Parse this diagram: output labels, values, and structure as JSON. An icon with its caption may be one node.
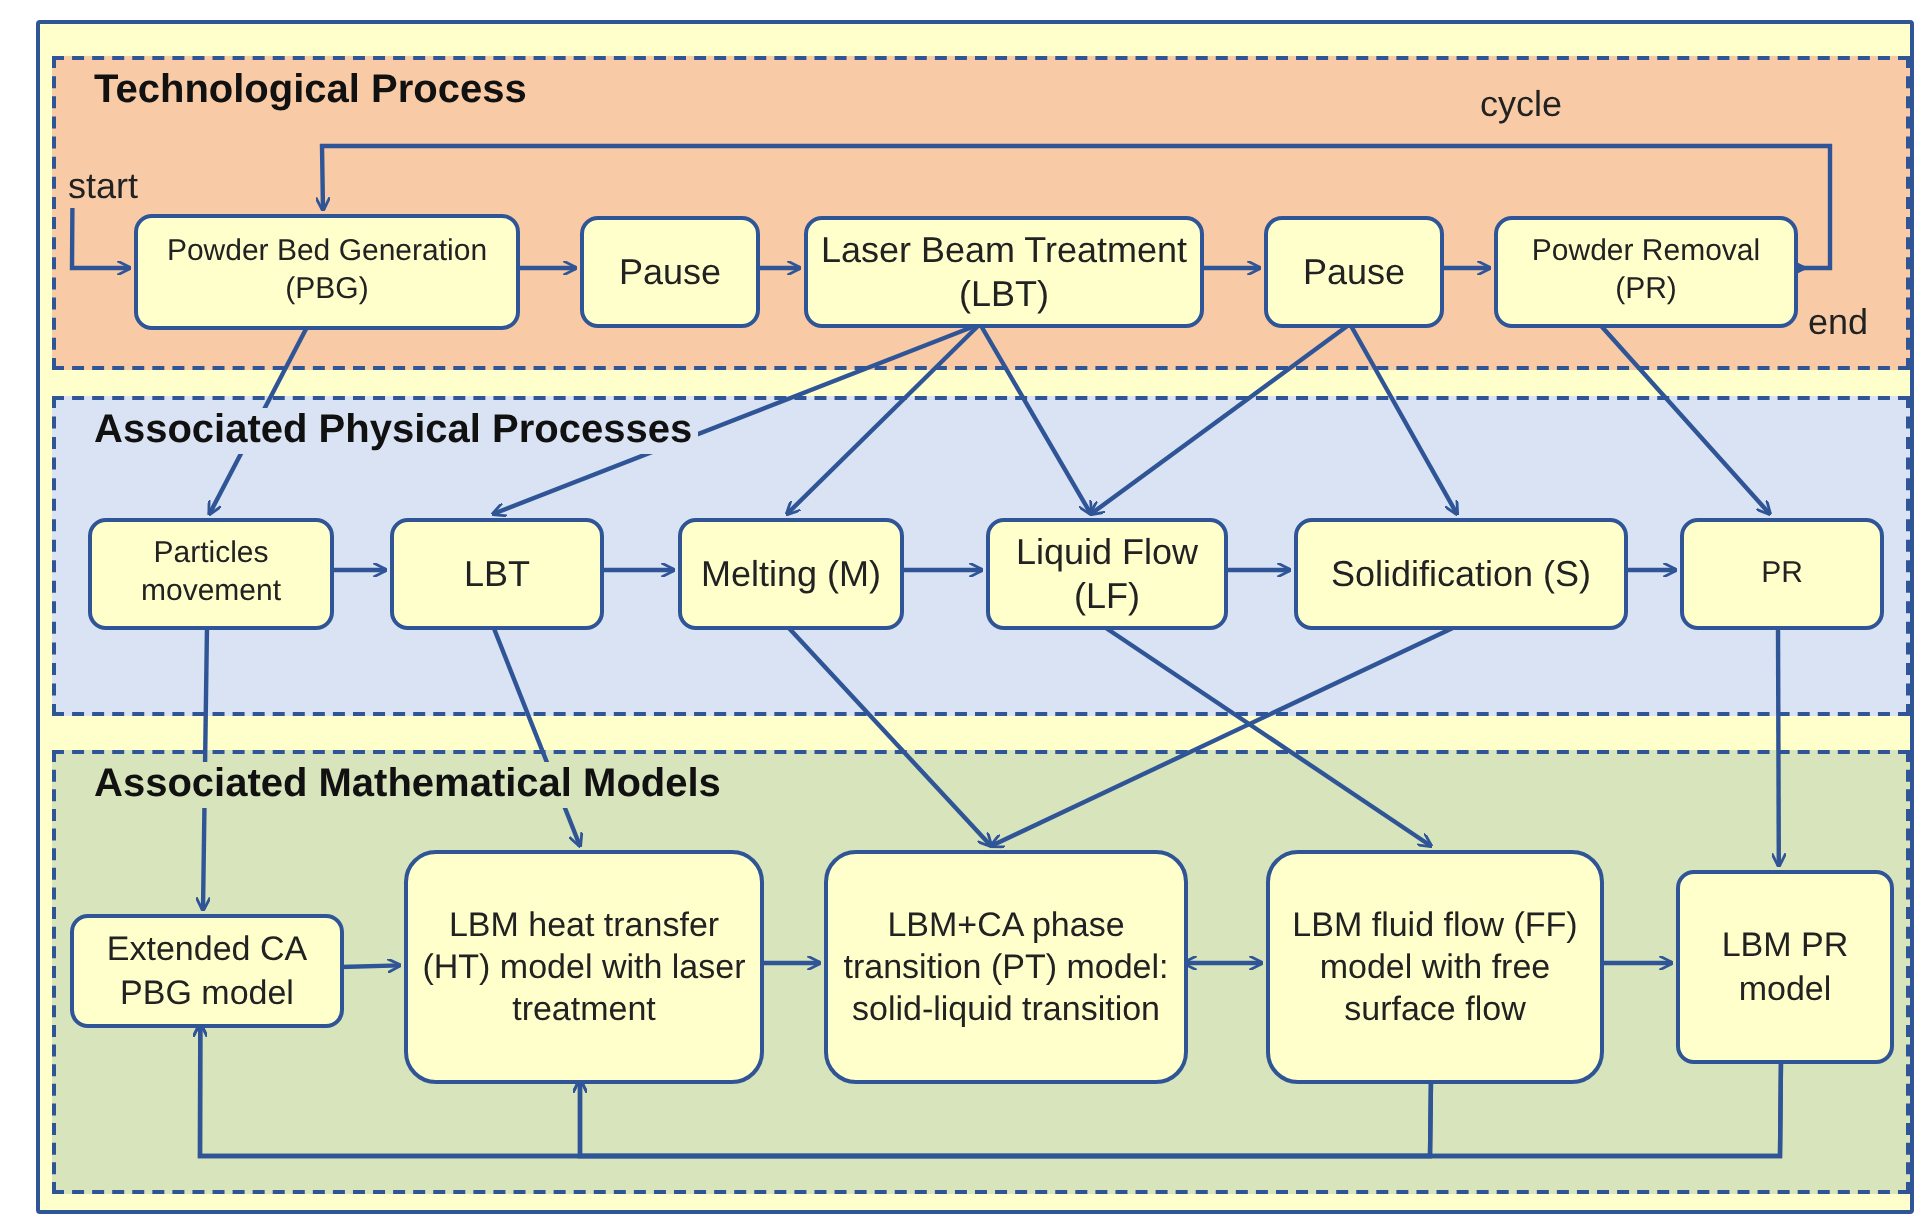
{
  "diagram": {
    "nodes": [
      {
        "text": [
          "Technological Process"
        ]
      },
      {
        "text": [
          "start"
        ],
        "in": 0
      },
      {
        "text": [
          "Powder Bed Generation (PBG)"
        ],
        "in": 0
      },
      {
        "text": [
          "Pause"
        ],
        "in": 0
      },
      {
        "text": [
          "Laser Beam Treatment (LBT)"
        ],
        "in": 0
      },
      {
        "text": [
          "Pause"
        ],
        "in": 0
      },
      {
        "text": [
          "Powder Removal (PR)"
        ],
        "in": 0
      },
      {
        "text": [
          "end"
        ],
        "in": 0
      },
      {
        "text": [
          "Associated Physical Processes"
        ]
      },
      {
        "text": [
          "Particles movement"
        ],
        "in": 8
      },
      {
        "text": [
          "LBT"
        ],
        "in": 8
      },
      {
        "text": [
          "Melting (M)"
        ],
        "in": 8
      },
      {
        "text": [
          "Liquid Flow (LF)"
        ],
        "in": 8
      },
      {
        "text": [
          "Solidification (S)"
        ],
        "in": 8
      },
      {
        "text": [
          "PR"
        ],
        "in": 8
      },
      {
        "text": [
          "Associated Mathematical Models"
        ]
      },
      {
        "text": [
          "Extended CA PBG model"
        ],
        "in": 15
      },
      {
        "text": [
          "LBM heat transfer (HT) model with laser treatment"
        ],
        "in": 15
      },
      {
        "text": [
          "LBM+CA phase transition (PT) model: solid-liquid transition"
        ],
        "in": 15
      },
      {
        "text": [
          "LBM fluid flow (FF) model with free surface flow"
        ],
        "in": 15
      },
      {
        "text": [
          "LBM PR model"
        ],
        "in": 15
      }
    ],
    "edges": [
      {
        "from": 1,
        "to": 2,
        "arrow": "to"
      },
      {
        "from": 2,
        "to": 3,
        "arrow": "to"
      },
      {
        "from": 3,
        "to": 4,
        "arrow": "to"
      },
      {
        "from": 4,
        "to": 5,
        "arrow": "to"
      },
      {
        "from": 5,
        "to": 6,
        "arrow": "to"
      },
      {
        "from": 6,
        "to": 7,
        "arrow": "to"
      },
      {
        "from": 6,
        "to": 2,
        "arrow": "to",
        "label": "cycle"
      },
      {
        "from": 2,
        "to": 9,
        "arrow": "to"
      },
      {
        "from": 4,
        "to": 10,
        "arrow": "to"
      },
      {
        "from": 4,
        "to": 11,
        "arrow": "to"
      },
      {
        "from": 4,
        "to": 12,
        "arrow": "to"
      },
      {
        "from": 5,
        "to": 12,
        "arrow": "to"
      },
      {
        "from": 5,
        "to": 13,
        "arrow": "to"
      },
      {
        "from": 6,
        "to": 14,
        "arrow": "to"
      },
      {
        "from": 9,
        "to": 10,
        "arrow": "to"
      },
      {
        "from": 10,
        "to": 11,
        "arrow": "to"
      },
      {
        "from": 11,
        "to": 12,
        "arrow": "to"
      },
      {
        "from": 12,
        "to": 13,
        "arrow": "to"
      },
      {
        "from": 13,
        "to": 14,
        "arrow": "to"
      },
      {
        "from": 9,
        "to": 16,
        "arrow": "to"
      },
      {
        "from": 10,
        "to": 17,
        "arrow": "to"
      },
      {
        "from": 11,
        "to": 18,
        "arrow": "to"
      },
      {
        "from": 13,
        "to": 18,
        "arrow": "to"
      },
      {
        "from": 12,
        "to": 19,
        "arrow": "to"
      },
      {
        "from": 14,
        "to": 20,
        "arrow": "to"
      },
      {
        "from": 16,
        "to": 17,
        "arrow": "to"
      },
      {
        "from": 17,
        "to": 18,
        "arrow": "to"
      },
      {
        "from": 18,
        "to": 19,
        "arrow": "both"
      },
      {
        "from": 19,
        "to": 20,
        "arrow": "to"
      },
      {
        "from": 19,
        "to": 16,
        "arrow": "to"
      },
      {
        "from": 19,
        "to": 17,
        "arrow": "to"
      },
      {
        "from": 20,
        "to": 16,
        "arrow": "to"
      },
      {
        "from": 20,
        "to": 17,
        "arrow": "to"
      }
    ]
  }
}
